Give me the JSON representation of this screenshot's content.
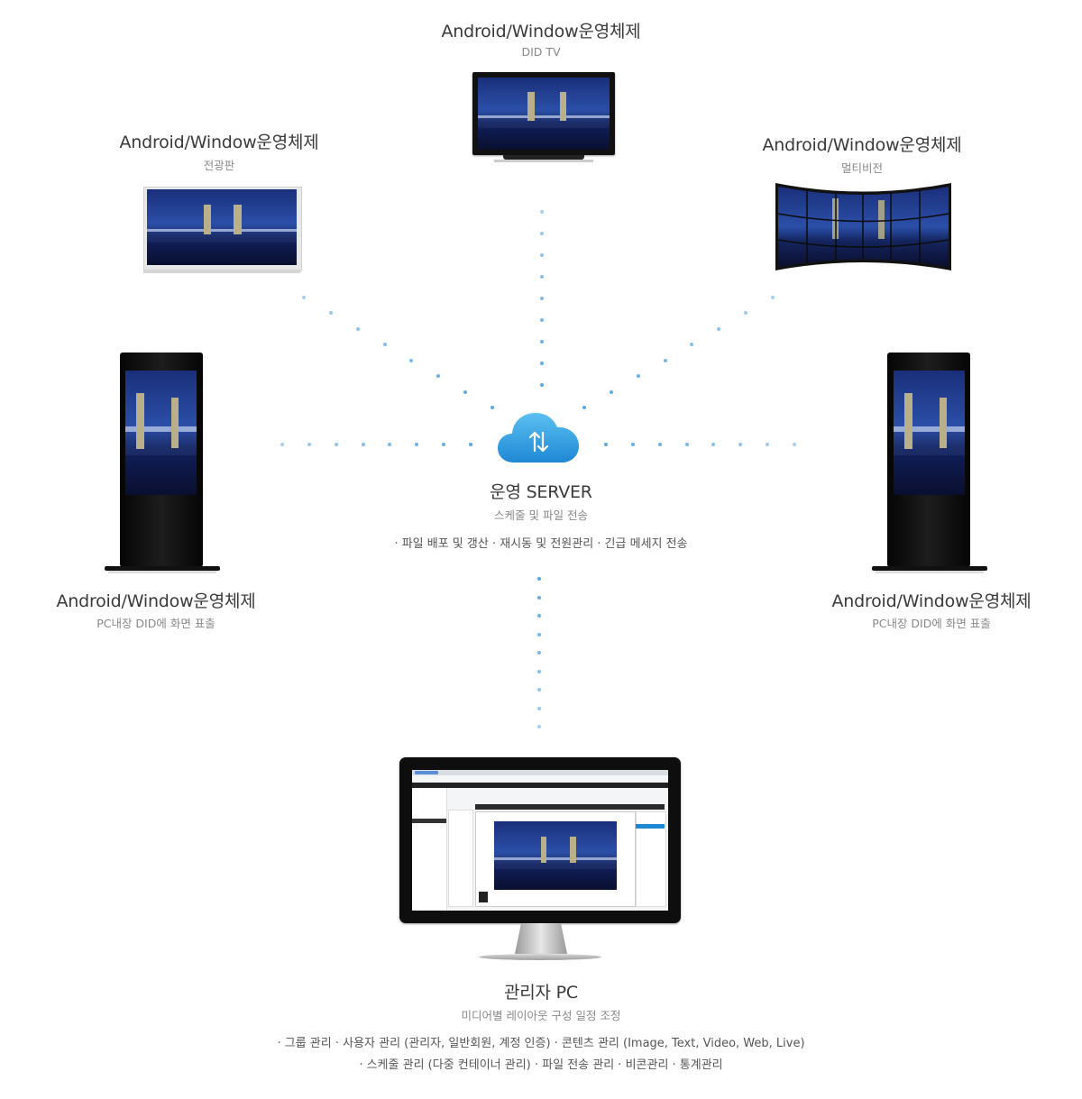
{
  "nodes": {
    "top": {
      "title": "Android/Window운영체제",
      "subtitle": "DID TV"
    },
    "upper_left": {
      "title": "Android/Window운영체제",
      "subtitle": "전광판"
    },
    "upper_right": {
      "title": "Android/Window운영체제",
      "subtitle": "멀티비전"
    },
    "left": {
      "title": "Android/Window운영체제",
      "subtitle": "PC내장 DID에 화면 표출"
    },
    "right": {
      "title": "Android/Window운영체제",
      "subtitle": "PC내장 DID에 화면 표출"
    }
  },
  "server": {
    "icon": "cloud-sync-icon",
    "title": "운영 SERVER",
    "subtitle": "스케줄 및 파일 전송",
    "description": "· 파일 배포 및 갱산 · 재시동 및 전원관리 · 긴급 메세지 전송"
  },
  "admin": {
    "title": "관리자 PC",
    "subtitle": "미디어별 레이아웃 구성 일정 조정",
    "line1": "· 그룹 관리 · 사용자 관리 (관리자, 일반회원, 계정 인증) · 콘텐츠 관리 (Image, Text, Video, Web, Live)",
    "line2": "· 스케줄 관리 (다중 컨테이너 관리) · 파일 전송 관리  · 비콘관리 · 통계관리"
  },
  "colors": {
    "dot": "#5aa7e0",
    "cloud_top": "#5cc0f2",
    "cloud_bottom": "#1e88d4"
  }
}
